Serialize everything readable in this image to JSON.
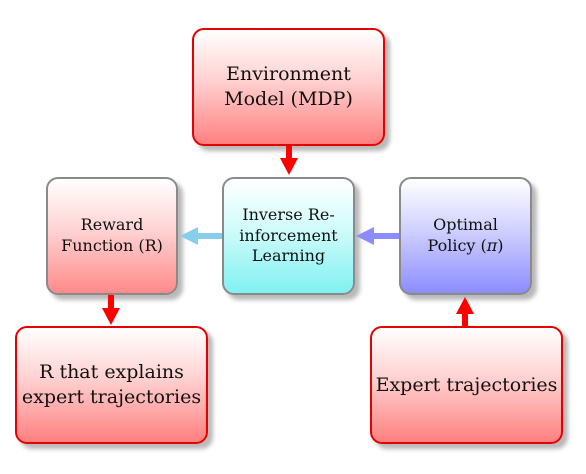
{
  "nodes": {
    "environment": {
      "line1": "Environment",
      "line2": "Model (MDP)"
    },
    "irl": {
      "line1": "Inverse Re-",
      "line2": "inforcement",
      "line3": "Learning"
    },
    "reward": {
      "line1": "Reward",
      "line2": "Function (R)"
    },
    "policy": {
      "line1": "Optimal",
      "line2_prefix": "Policy (",
      "line2_symbol": "π",
      "line2_suffix": ")"
    },
    "explains": {
      "line1": "R that explains",
      "line2": "expert trajectories"
    },
    "expert": {
      "line1": "Expert trajectories"
    }
  },
  "colors": {
    "red_border": "#e60000",
    "gray_border": "#8a8a8a",
    "red_fill": "#ff8080",
    "cyan_fill": "#80f1f1",
    "blue_fill": "#8c8cff",
    "arrow_red": "#ff0000",
    "arrow_cyan": "#87ceeb",
    "arrow_blue": "#8c8cff"
  }
}
